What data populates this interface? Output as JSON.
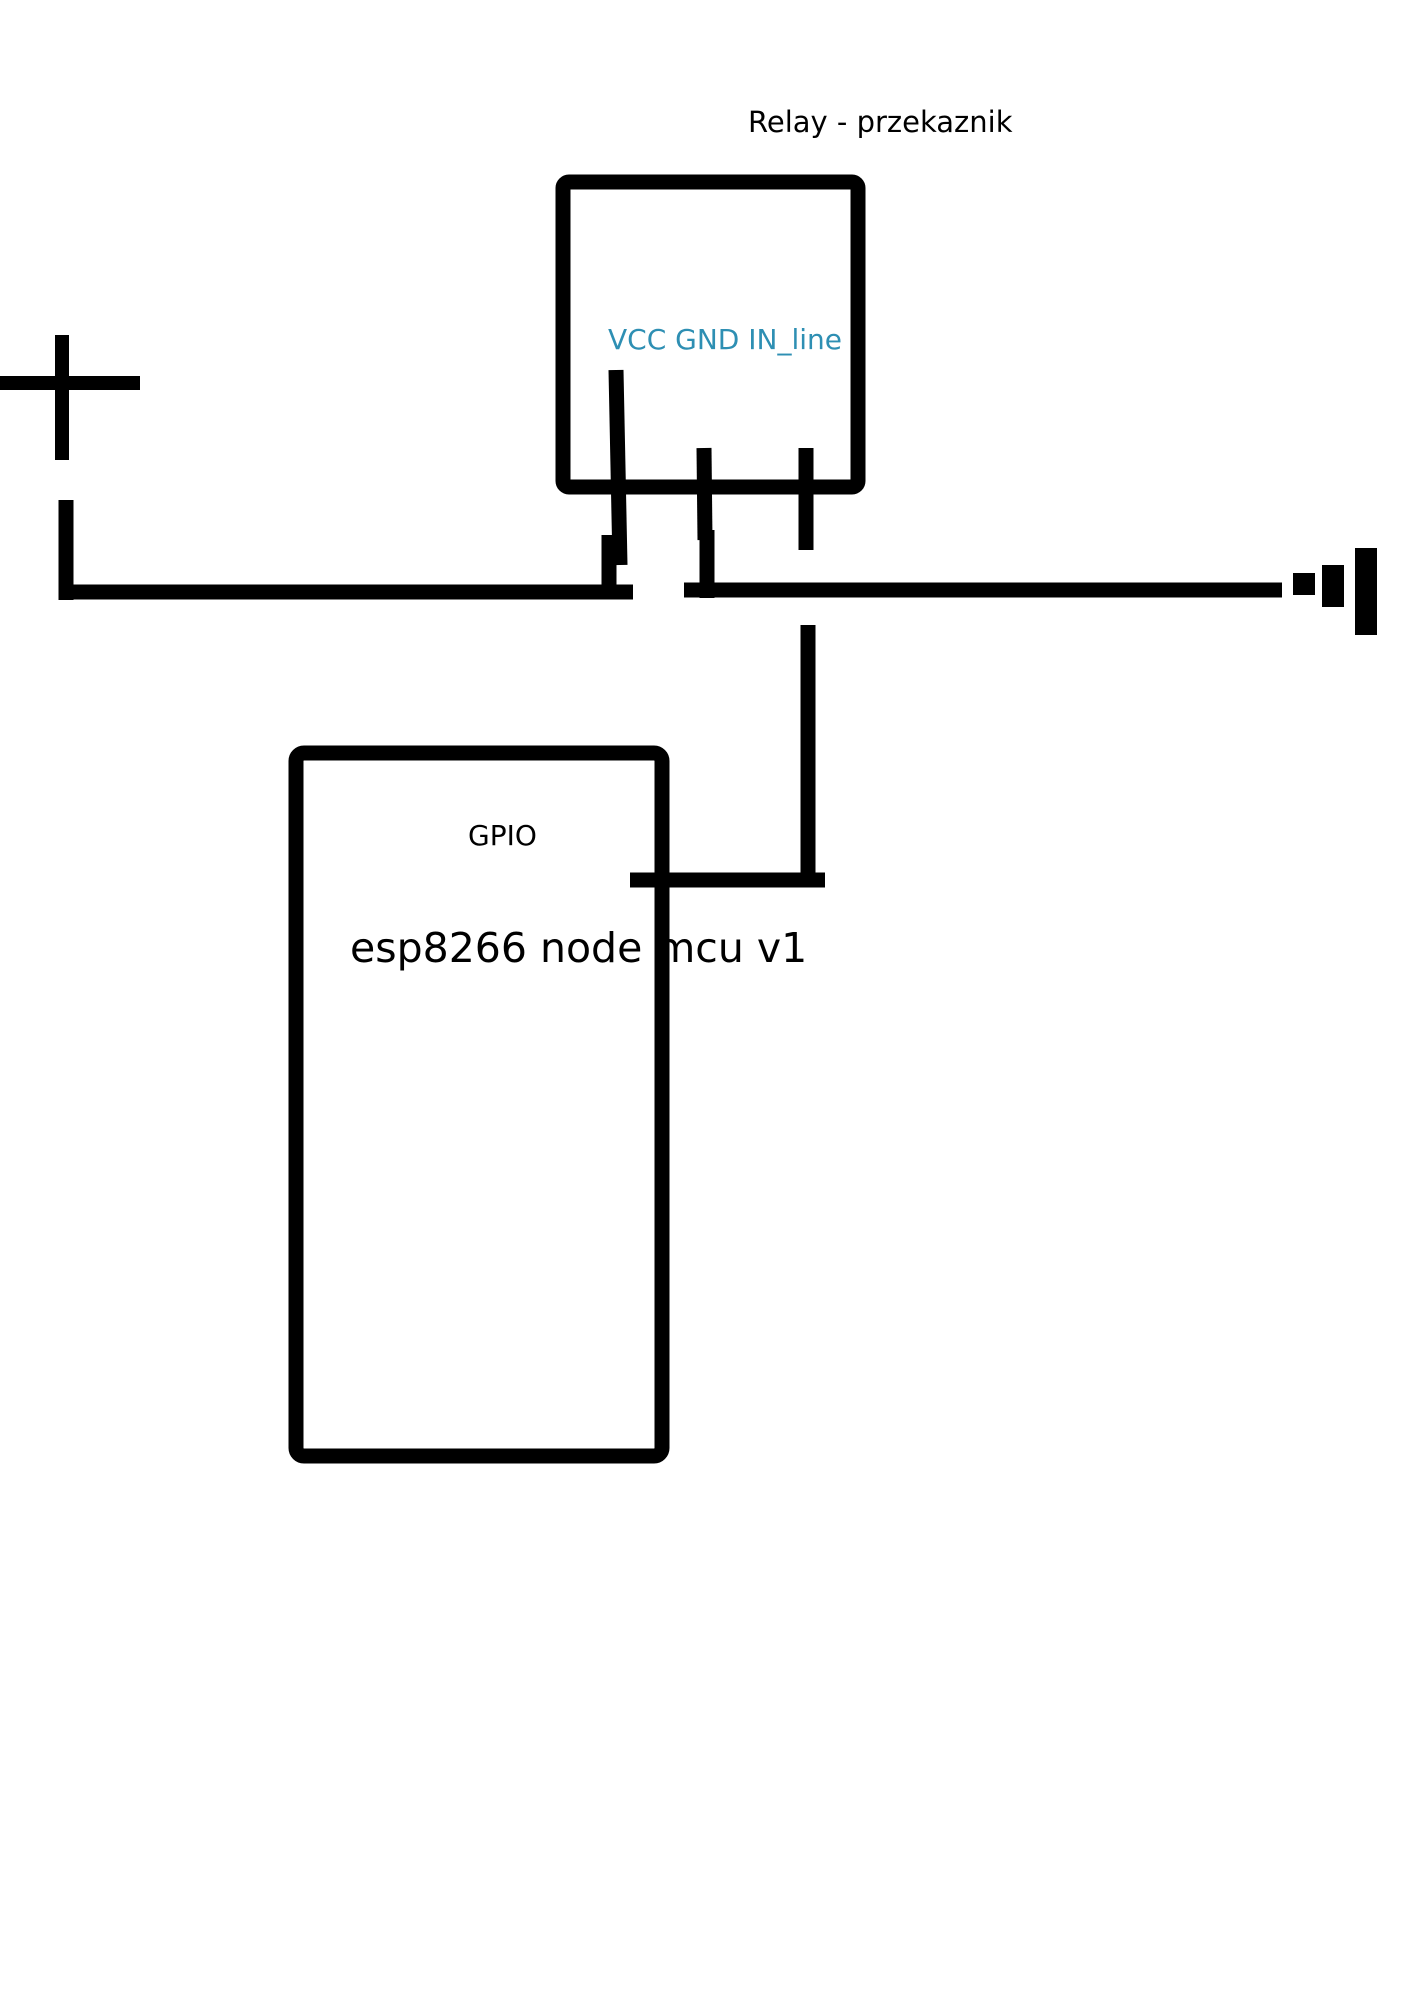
{
  "diagram": {
    "relay_title": "Relay - przekaznik",
    "relay_pins": "VCC GND IN_line",
    "gpio_label": "GPIO",
    "board_label": "esp8266 node mcu v1"
  },
  "colors": {
    "ink": "#000000",
    "pin_label": "#2e8fb3",
    "background": "#ffffff"
  },
  "icons": {
    "positive_terminal": "plus-sign",
    "ground_terminal": "ground-symbol"
  }
}
